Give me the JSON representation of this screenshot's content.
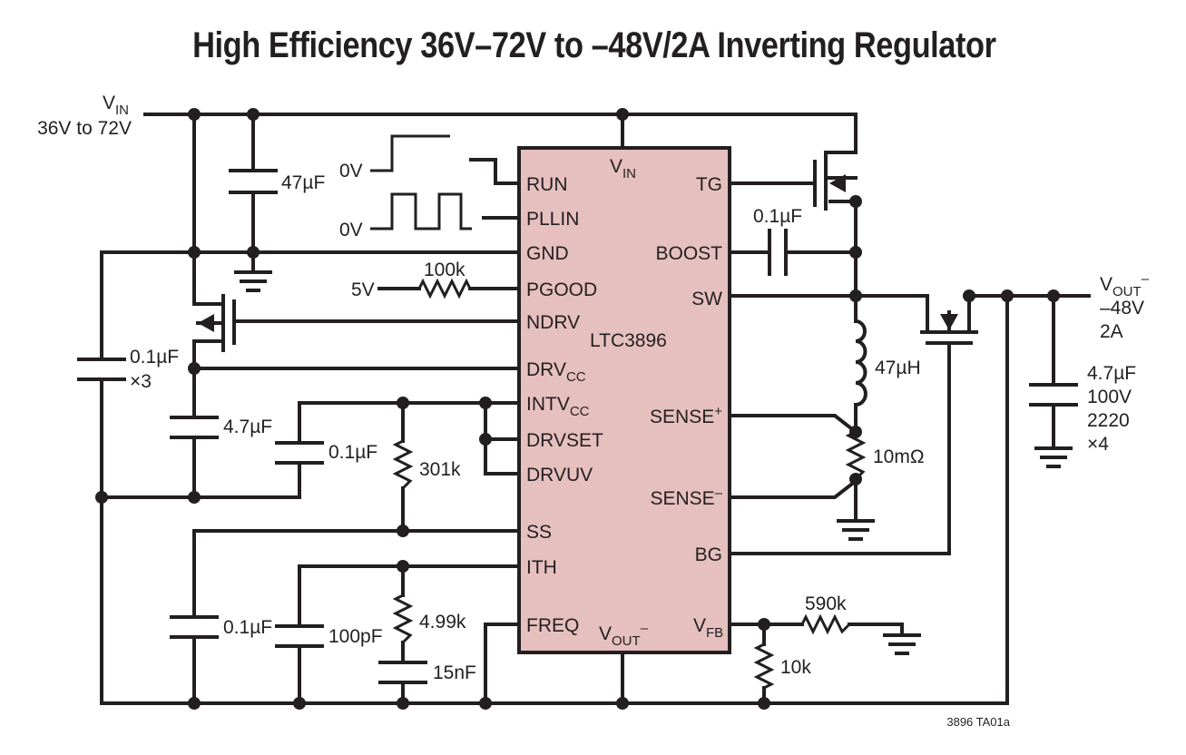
{
  "title": "High Efficiency 36V–72V to –48V/2A Inverting Regulator",
  "ic": {
    "name": "LTC3896",
    "fill": "#e6bfbf",
    "pins_left": [
      "RUN",
      "PLLIN",
      "GND",
      "PGOOD",
      "NDRV",
      "DRVCC",
      "INTVCC",
      "DRVSET",
      "DRVUV",
      "SS",
      "ITH",
      "FREQ"
    ],
    "pins_right": [
      "TG",
      "BOOST",
      "SW",
      "SENSE+",
      "SENSE–",
      "BG",
      "VFB"
    ],
    "pin_vin": "VIN",
    "pin_vout": "VOUT–",
    "sub": {
      "cc": "CC",
      "in": "IN",
      "out": "OUT",
      "fb": "FB",
      "plus": "+",
      "minus": "–"
    },
    "base": {
      "drv": "DRV",
      "intv": "INTV",
      "v": "V",
      "sense": "SENSE"
    }
  },
  "input": {
    "label": "V",
    "sub": "IN",
    "range": "36V to 72V"
  },
  "output": {
    "label": "V",
    "sub": "OUT",
    "sup": "–",
    "voltage": "–48V",
    "current": "2A"
  },
  "signals": {
    "run_low": "0V",
    "pllin_low": "0V",
    "pgood_pullup": "5V"
  },
  "components": {
    "c_in": "47µF",
    "c_drv_l1": "0.1µF",
    "c_drv_l2": "×3",
    "c_drvcc": "4.7µF",
    "c_intvcc": "0.1µF",
    "r_intvcc": "301k",
    "r_pgood": "100k",
    "c_boost": "0.1µF",
    "l_main": "47µH",
    "r_sense": "10mΩ",
    "c_ss": "0.1µF",
    "c_ith_hf": "100pF",
    "r_ith": "4.99k",
    "c_ith": "15nF",
    "r_fb_top": "590k",
    "r_fb_bot": "10k",
    "c_out_1": "4.7µF",
    "c_out_2": "100V",
    "c_out_3": "2220",
    "c_out_4": "×4"
  },
  "figure_id": "3896 TA01a"
}
